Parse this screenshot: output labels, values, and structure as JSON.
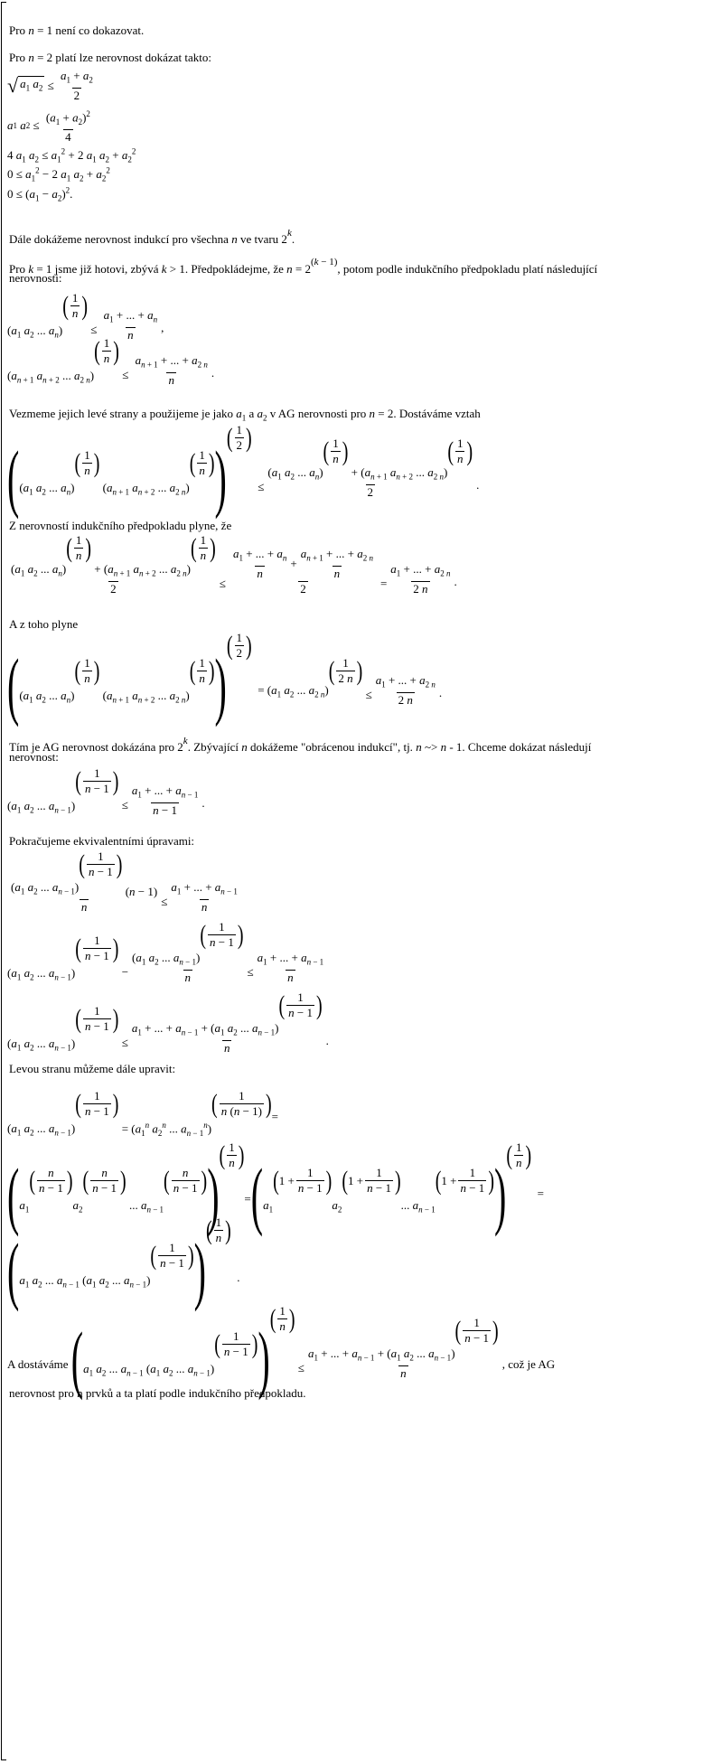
{
  "p1": "Pro n = 1 není co dokazovat.",
  "p2": "Pro n = 2 platí lze nerovnost dokázat takto:",
  "p3_lines": [
    "a1 a2 ≤ (a1 + a2)2 / 4",
    "4 a1 a2 ≤ a12 + 2 a1 a2 + a22",
    "0 ≤ a12 − 2 a1 a2 + a22",
    "0 ≤ (a1 − a2)2."
  ],
  "p4": "Dále dokážeme nerovnost indukcí pro všechna n ve tvaru 2",
  "p4_sup": "k",
  "p5a": "Pro k = 1 jsme již hotovi, zbývá k > 1. Předpokládejme, že n = 2",
  "p5_sup": "(k − 1)",
  "p5b": ", potom podle indukčního předpokladu platí následující",
  "p5c": "nerovnosti:",
  "p6": "Vezmeme jejich levé strany a použijeme je jako a",
  "p6b": " a a",
  "p6c": " v AG nerovnosti pro n = 2. Dostáváme vztah",
  "p7": "Z nerovností indukčního předpokladu plyne, že",
  "p8": "A z toho plyne",
  "p9a": "Tím je AG nerovnost dokázána pro 2",
  "p9b": ". Zbývající n dokážeme \"obrácenou indukcí\", tj. n ~> n - 1. Chceme dokázat následují",
  "p9c": "nerovnost:",
  "p10": "Pokračujeme ekvivalentními úpravami:",
  "p11": "Levou stranu můžeme dále upravit:",
  "p12a": "A dostáváme",
  "p12b": ", což je AG",
  "p12c": "nerovnost pro n prvků a ta platí podle indukčního předpokladu."
}
